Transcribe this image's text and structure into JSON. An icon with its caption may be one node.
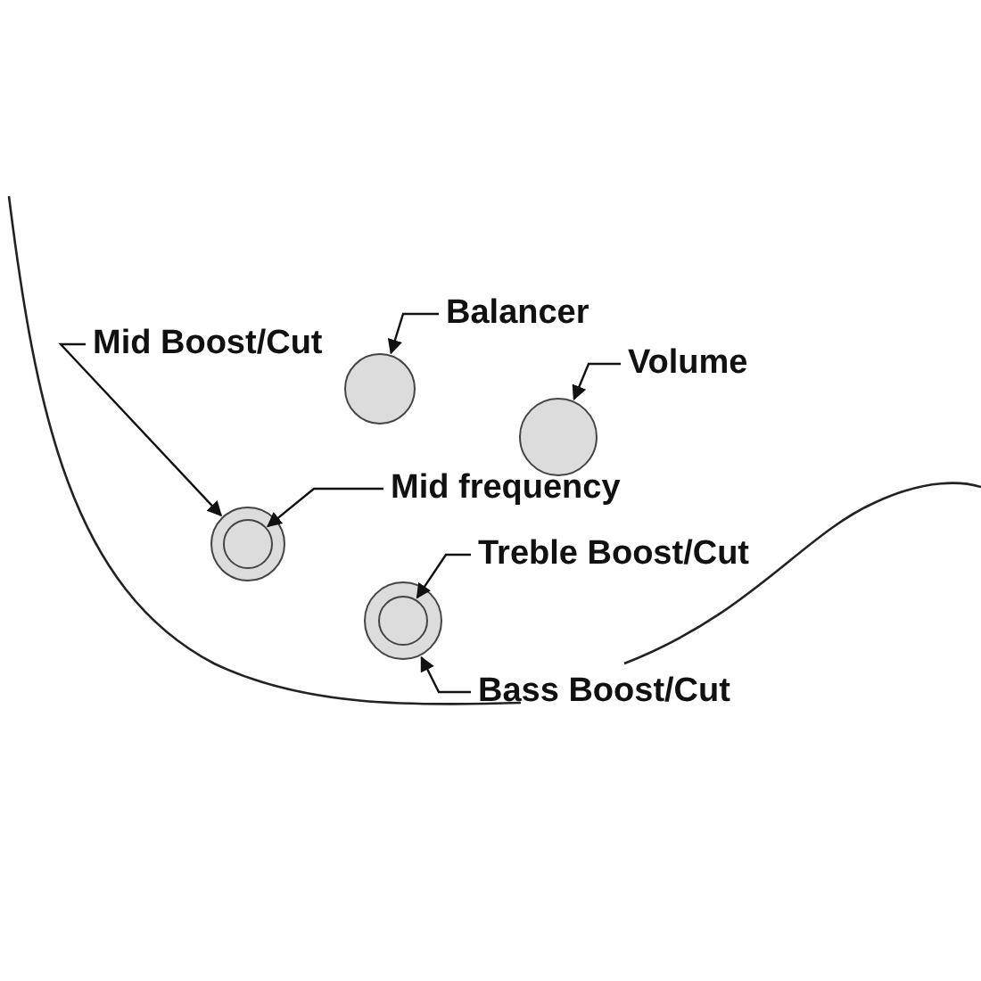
{
  "diagram": {
    "nodes": [
      {
        "text": [
          "Balancer"
        ]
      },
      {
        "text": [
          "Volume"
        ]
      },
      {
        "text": [
          "Mid Boost/Cut"
        ]
      },
      {
        "text": [
          "Mid frequency"
        ]
      },
      {
        "text": [
          "Treble Boost/Cut"
        ]
      },
      {
        "text": [
          "Bass Boost/Cut"
        ]
      },
      {
        "text": [],
        "shape": "circle"
      },
      {
        "text": [],
        "shape": "circle"
      },
      {
        "text": [],
        "shape": "circle"
      },
      {
        "text": [],
        "shape": "circle",
        "in": 8
      },
      {
        "text": [],
        "shape": "circle"
      },
      {
        "text": [],
        "shape": "circle",
        "in": 10
      }
    ],
    "edges": [
      {
        "from": 0,
        "to": 6,
        "arrow": "to"
      },
      {
        "from": 1,
        "to": 7,
        "arrow": "to"
      },
      {
        "from": 2,
        "to": 8,
        "arrow": "to"
      },
      {
        "from": 3,
        "to": 9,
        "arrow": "to"
      },
      {
        "from": 4,
        "to": 11,
        "arrow": "to"
      },
      {
        "from": 5,
        "to": 10,
        "arrow": "to"
      }
    ]
  }
}
